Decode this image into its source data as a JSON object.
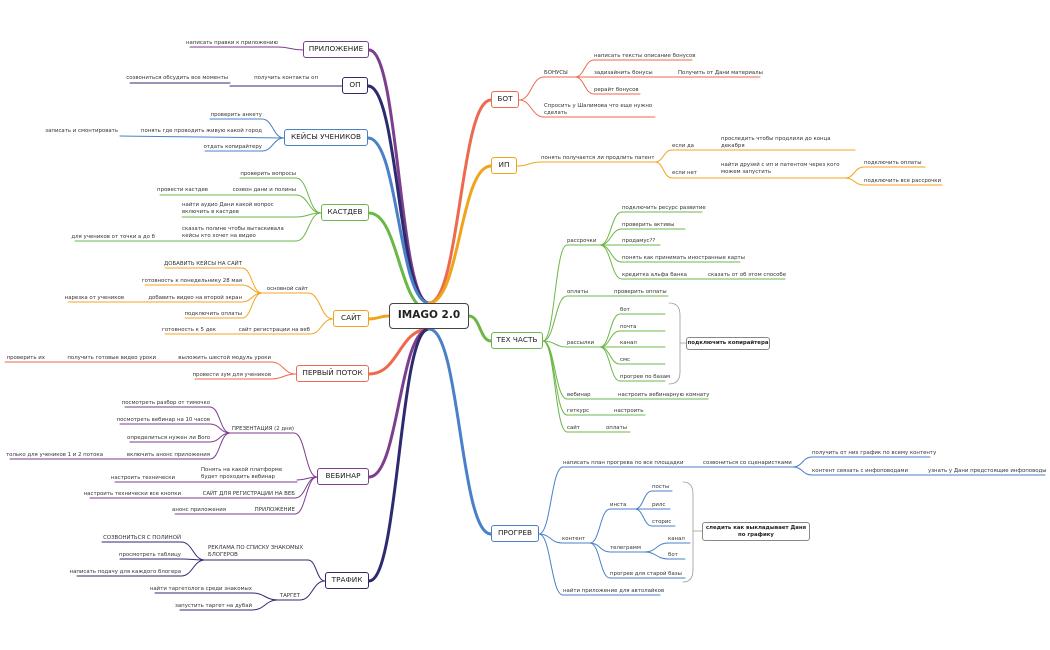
{
  "center": "IMAGO 2.0",
  "colors": {
    "app": "#7b3f8c",
    "op": "#2e2a70",
    "cases": "#4a80c8",
    "castdev": "#6cb747",
    "site": "#f0a41c",
    "first": "#ec6a4e",
    "webinar": "#7b3f8c",
    "traffic": "#2e2a70",
    "bot": "#ec6a4e",
    "ip": "#f0a41c",
    "tech": "#6cb747",
    "warmup": "#4a80c8"
  },
  "left": {
    "app": {
      "label": "ПРИЛОЖЕНИЕ",
      "items": [
        "написать правки к приложению"
      ]
    },
    "op": {
      "label": "ОП",
      "item": "получить контакты оп",
      "sub": "созвониться обсудить все моменты"
    },
    "cases": {
      "label": "КЕЙСЫ УЧЕНИКОВ",
      "i1": "проверить анкету",
      "i2": "понять где проводить живую какой город",
      "i2sub": "записать и смонтировать",
      "i3": "отдать копирайтеру"
    },
    "castdev": {
      "label": "КАСТДЕВ",
      "i1": "проверить вопросы",
      "i2": "созвон дани и полины",
      "i2sub": "провести кастдев",
      "i3": "найти аудио Дани какой вопрос включить в кастдев",
      "i4": "сказать полине чтобы вытаскивала кейсы кто хочет на видео",
      "i4sub": "для учеников от точки а до б"
    },
    "site": {
      "label": "САЙТ",
      "main": "основной сайт",
      "m1": "ДОБАВИТЬ КЕЙСЫ НА САЙТ",
      "m2": "готовность к понедельнику 28 мая",
      "m3": "добавить видео на второй экран",
      "m3sub": "нарезка от учеников",
      "m4": "подключить оплаты",
      "reg": "сайт регистрации на веб",
      "regsub": "готовность к 5 дек"
    },
    "first": {
      "label": "ПЕРВЫЙ ПОТОК",
      "i1": "выложить шестой модуль уроки",
      "i1a": "получить готовые видео уроки",
      "i1b": "проверить их",
      "i2": "провести зум для учеников"
    },
    "webinar": {
      "label": "ВЕБИНАР",
      "pres": "ПРЕЗЕНТАЦИЯ (2 дня)",
      "p1": "посмотреть разбор от тимочко",
      "p2": "посмотреть вебинар на 10 часов",
      "p3": "определиться нужен ли Boro",
      "p4": "включить анонс приложения",
      "p4sub": "только для учеников 1 и 2 потока",
      "plat": "Понять на какой платформе будет проходить вебинар",
      "platsub": "настроить технически",
      "reg": "САЙТ ДЛЯ РЕГИСТРАЦИИ НА ВЕБ",
      "regsub": "настроить технически все кнопки",
      "app": "ПРИЛОЖЕНИЕ",
      "appsub": "анонс приложения"
    },
    "traffic": {
      "label": "ТРАФИК",
      "ads": "РЕКЛАМА ПО СПИСКУ ЗНАКОМЫХ БЛОГЕРОВ",
      "a1": "СОЗВОНИТЬСЯ С ПОЛИНОЙ",
      "a2": "просмотреть таблицу",
      "a3": "написать подачу для каждого блогера",
      "target": "ТАРГЕТ",
      "t1": "найти таргетолога среди знакомых",
      "t2": "запустить таргет на дубай"
    }
  },
  "right": {
    "bot": {
      "label": "БОТ",
      "bonuses": "БОНУСЫ",
      "b1": "написать тексты описание бонусов",
      "b2": "задизайнить бонусы",
      "b2sub": "Получить от Дани материалы",
      "b3": "рерайт бонусов",
      "q": "Спросить у Шалимова что еще нужно сделать"
    },
    "ip": {
      "label": "ИП",
      "q": "понять получается ли продлить патент",
      "yes": "если да",
      "yessub": "проследить чтобы продлили до конца декабря",
      "no": "если нет",
      "nosub": "найти друзей с ип и патентом через кого можем запустить",
      "n1": "подключить оплаты",
      "n2": "подключить все рассрочки"
    },
    "tech": {
      "label": "ТЕХ ЧАСТЬ",
      "inst": "рассрочки",
      "i1": "подключить ресурс развитие",
      "i2": "проверить активы",
      "i3": "продамус??",
      "i4": "понять как принимать иностранные карты",
      "i5": "кредитка альфа банка",
      "i5sub": "сказать от об этом способе",
      "pay": "оплаты",
      "paysub": "проверить оплаты",
      "mail": "рассылки",
      "ch": [
        "бот",
        "почта",
        "канал",
        "смс",
        "прогрев по базам"
      ],
      "mailnote": "подключить копирайтера",
      "web": "вебинар",
      "websub": "настроить вебинарную комнату",
      "gc": "геткурс",
      "gcsub": "настроить",
      "site": "сайт",
      "sitesub": "оплаты"
    },
    "warmup": {
      "label": "ПРОГРЕВ",
      "plan": "написать план прогрева по все площадки",
      "call": "созвониться со сценаристками",
      "c1": "получить от них график по всему контенту",
      "c2": "контент связать с инфоповодами",
      "c2sub": "узнать у Дани предстоящие инфоповоды",
      "content": "контент",
      "insta": "инста",
      "ig": [
        "посты",
        "рилс",
        "сторис"
      ],
      "tg": "телеграмм",
      "tgc": [
        "канал",
        "бот"
      ],
      "base": "прогрев для старой базы",
      "note": "следить как выкладывает Даня по графику",
      "app": "найти приложение для автолайков"
    }
  }
}
